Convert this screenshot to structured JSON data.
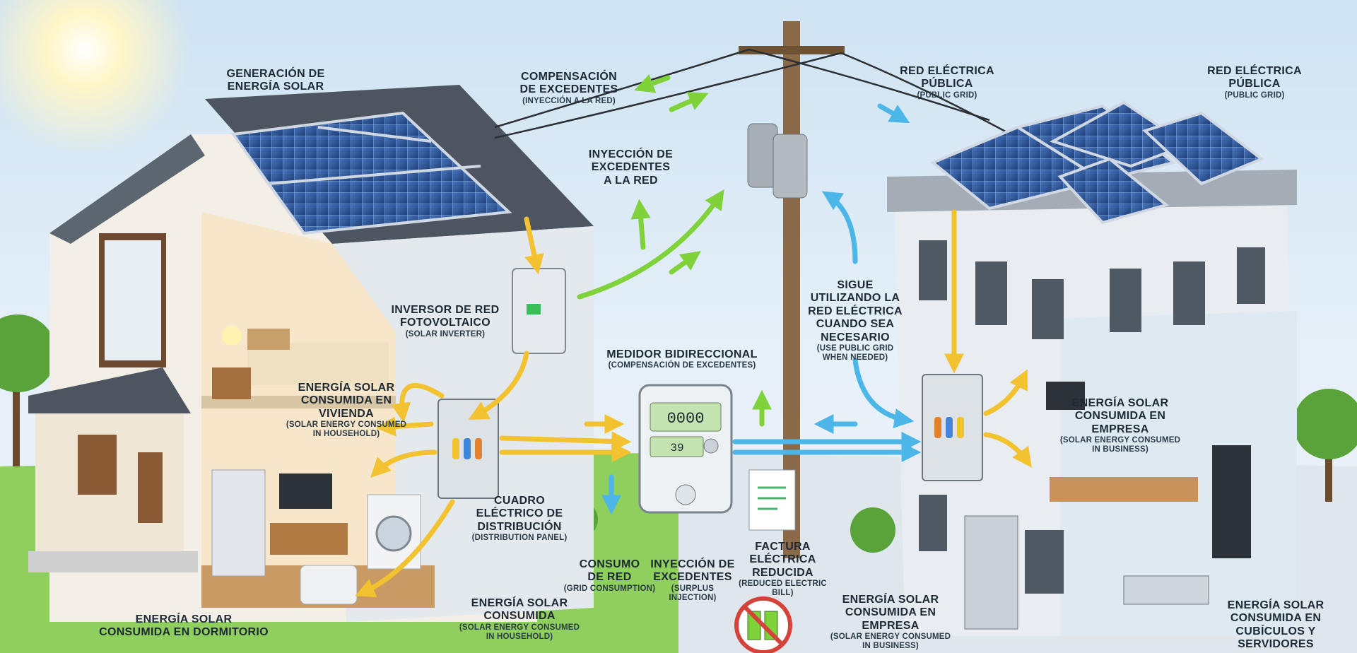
{
  "labels": {
    "solar_generation": {
      "title_1": "GENERACIÓN DE",
      "title_2": "ENERGÍA SOLAR"
    },
    "surplus_comp": {
      "title": "COMPENSACIÓN",
      "title_2": "DE EXCEDENTES",
      "sub": "(INYECCIÓN A LA RED)"
    },
    "grid_injection": {
      "line_1": "INYECCIÓN DE",
      "line_2": "EXCEDENTES",
      "line_3": "A LA RED"
    },
    "public_grid_a": {
      "title_1": "RED ELÉCTRICA",
      "title_2": "PÚBLICA",
      "sub": "(PUBLIC GRID)"
    },
    "public_grid_b": {
      "title_1": "RED ELÉCTRICA",
      "title_2": "PÚBLICA",
      "sub": "(PUBLIC GRID)"
    },
    "inverter": {
      "title_1": "INVERSOR DE RED",
      "title_2": "FOTOVOLTAICO",
      "sub": "(SOLAR INVERTER)"
    },
    "keep_grid": {
      "line_1": "SIGUE",
      "line_2": "UTILIZANDO LA",
      "line_3": "RED ELÉCTRICA",
      "line_4": "CUANDO SEA",
      "line_5": "NECESARIO",
      "sub_1": "(USE PUBLIC GRID",
      "sub_2": "WHEN NEEDED)"
    },
    "bidirectional_meter": {
      "title": "MEDIDOR BIDIRECCIONAL",
      "sub": "(COMPENSACIÓN DE EXCEDENTES)"
    },
    "home_consumption": {
      "title_1": "ENERGÍA SOLAR",
      "title_2": "CONSUMIDA EN VIVIENDA",
      "sub_1": "(SOLAR ENERGY CONSUMED",
      "sub_2": "IN HOUSEHOLD)"
    },
    "distribution_panel": {
      "title_1": "CUADRO",
      "title_2": "ELÉCTRICO DE",
      "title_3": "DISTRIBUCIÓN",
      "sub": "(DISTRIBUTION PANEL)"
    },
    "grid_consumption": {
      "title_1": "CONSUMO",
      "title_2": "DE RED",
      "sub": "(GRID CONSUMPTION)"
    },
    "surplus_injection": {
      "title_1": "INYECCIÓN DE",
      "title_2": "EXCEDENTES",
      "sub_1": "(SURPLUS",
      "sub_2": "INJECTION)"
    },
    "reduced_bill": {
      "title_1": "FACTURA ELÉCTRICA",
      "title_2": "REDUCIDA",
      "sub_1": "(REDUCED ELECTRIC",
      "sub_2": "BILL)"
    },
    "business_consumption_1": {
      "title_1": "ENERGÍA SOLAR",
      "title_2": "CONSUMIDA EN EMPRESA",
      "sub_1": "(SOLAR ENERGY CONSUMED",
      "sub_2": "IN BUSINESS)"
    },
    "business_consumption_2": {
      "title_1": "ENERGÍA SOLAR",
      "title_2": "CONSUMIDA EN EMPRESA",
      "sub_1": "(SOLAR ENERGY CONSUMED",
      "sub_2": "IN BUSINESS)"
    },
    "bedroom_consumption": {
      "title_1": "ENERGÍA SOLAR",
      "title_2": "CONSUMIDA EN DORMITORIO"
    },
    "solar_consumed": {
      "title_1": "ENERGÍA SOLAR",
      "title_2": "CONSUMIDA",
      "sub_1": "(SOLAR ENERGY CONSUMED",
      "sub_2": "IN HOUSEHOLD)"
    },
    "cubicles_servers": {
      "title_1": "ENERGÍA SOLAR",
      "title_2": "CONSUMIDA EN",
      "title_3": "CUBÍCULOS Y SERVIDORES"
    }
  },
  "meter": {
    "display_top": "0000",
    "display_bottom": "39"
  },
  "colors": {
    "solar_flow": "#f2c230",
    "grid_flow": "#4cb6e8",
    "injection_flow": "#7fd23a",
    "panel": "#2e5a9a"
  }
}
